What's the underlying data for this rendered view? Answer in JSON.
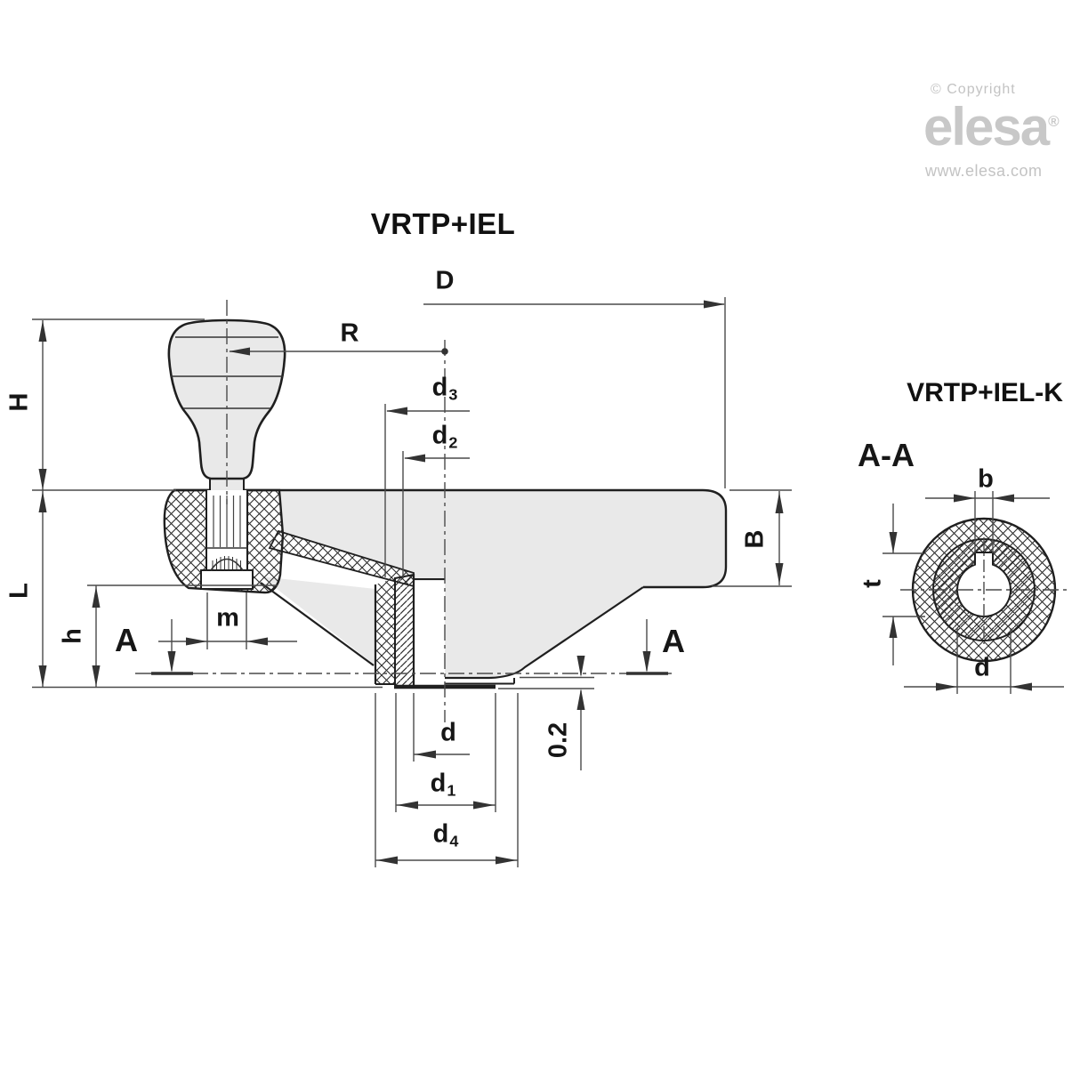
{
  "branding": {
    "copyright": "© Copyright",
    "logo_text": "elesa",
    "registered_mark": "®",
    "website": "www.elesa.com",
    "logo_color": "#c8c8c8"
  },
  "titles": {
    "main": "VRTP+IEL",
    "variant": "VRTP+IEL-K",
    "section_view": "A-A"
  },
  "colors": {
    "outline": "#1f1f1f",
    "dimension_line": "#4a4a4a",
    "part_fill": "#e9e9e9",
    "background": "#ffffff"
  },
  "dimension_labels": {
    "main_view": {
      "D": "D",
      "R": "R",
      "H": "H",
      "L": "L",
      "h": "h",
      "B": "B",
      "m": "m",
      "section_cut_left": "A",
      "section_cut_right": "A",
      "insert_protrusion": "0.2",
      "bore": "d",
      "d3": {
        "base": "d",
        "sub": "3"
      },
      "d2": {
        "base": "d",
        "sub": "2"
      },
      "d1": {
        "base": "d",
        "sub": "1"
      },
      "d4": {
        "base": "d",
        "sub": "4"
      }
    },
    "section_view": {
      "keyway_width": "b",
      "keyway_depth": "t",
      "bore": "d"
    }
  }
}
